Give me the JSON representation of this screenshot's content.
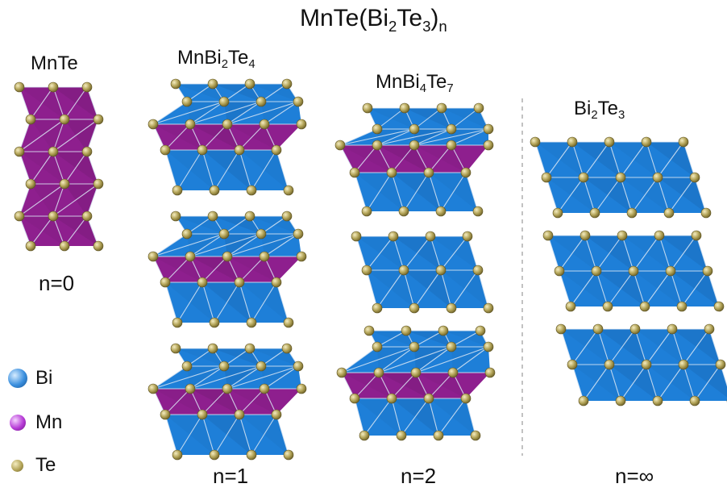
{
  "title": {
    "main": "MnTe(Bi",
    "s1": "2",
    "mid": "Te",
    "s2": "3",
    "end": ")",
    "s3": "n"
  },
  "structures": {
    "mnte": {
      "label": "MnTe",
      "n_label": "n=0"
    },
    "mnbi2te4": {
      "l1": "MnBi",
      "s1": "2",
      "l2": "Te",
      "s2": "4",
      "n_label": "n=1"
    },
    "mnbi4te7": {
      "l1": "MnBi",
      "s1": "4",
      "l2": "Te",
      "s2": "7",
      "n_label": "n=2"
    },
    "bi2te3": {
      "l1": "Bi",
      "s1": "2",
      "l2": "Te",
      "s2": "3",
      "n_label": "n=∞"
    }
  },
  "legend": [
    {
      "label": "Bi",
      "color": "#2f86d8",
      "icon": "bi-atom-icon"
    },
    {
      "label": "Mn",
      "color": "#b23bd0",
      "icon": "mn-atom-icon"
    },
    {
      "label": "Te",
      "color": "#a8994a",
      "icon": "te-atom-icon"
    }
  ],
  "colors": {
    "bi_layer": "#1e7fd8",
    "mn_layer": "#8e1f8e",
    "te_atom": "#a89a4e",
    "divider": "#9a9a9a"
  }
}
